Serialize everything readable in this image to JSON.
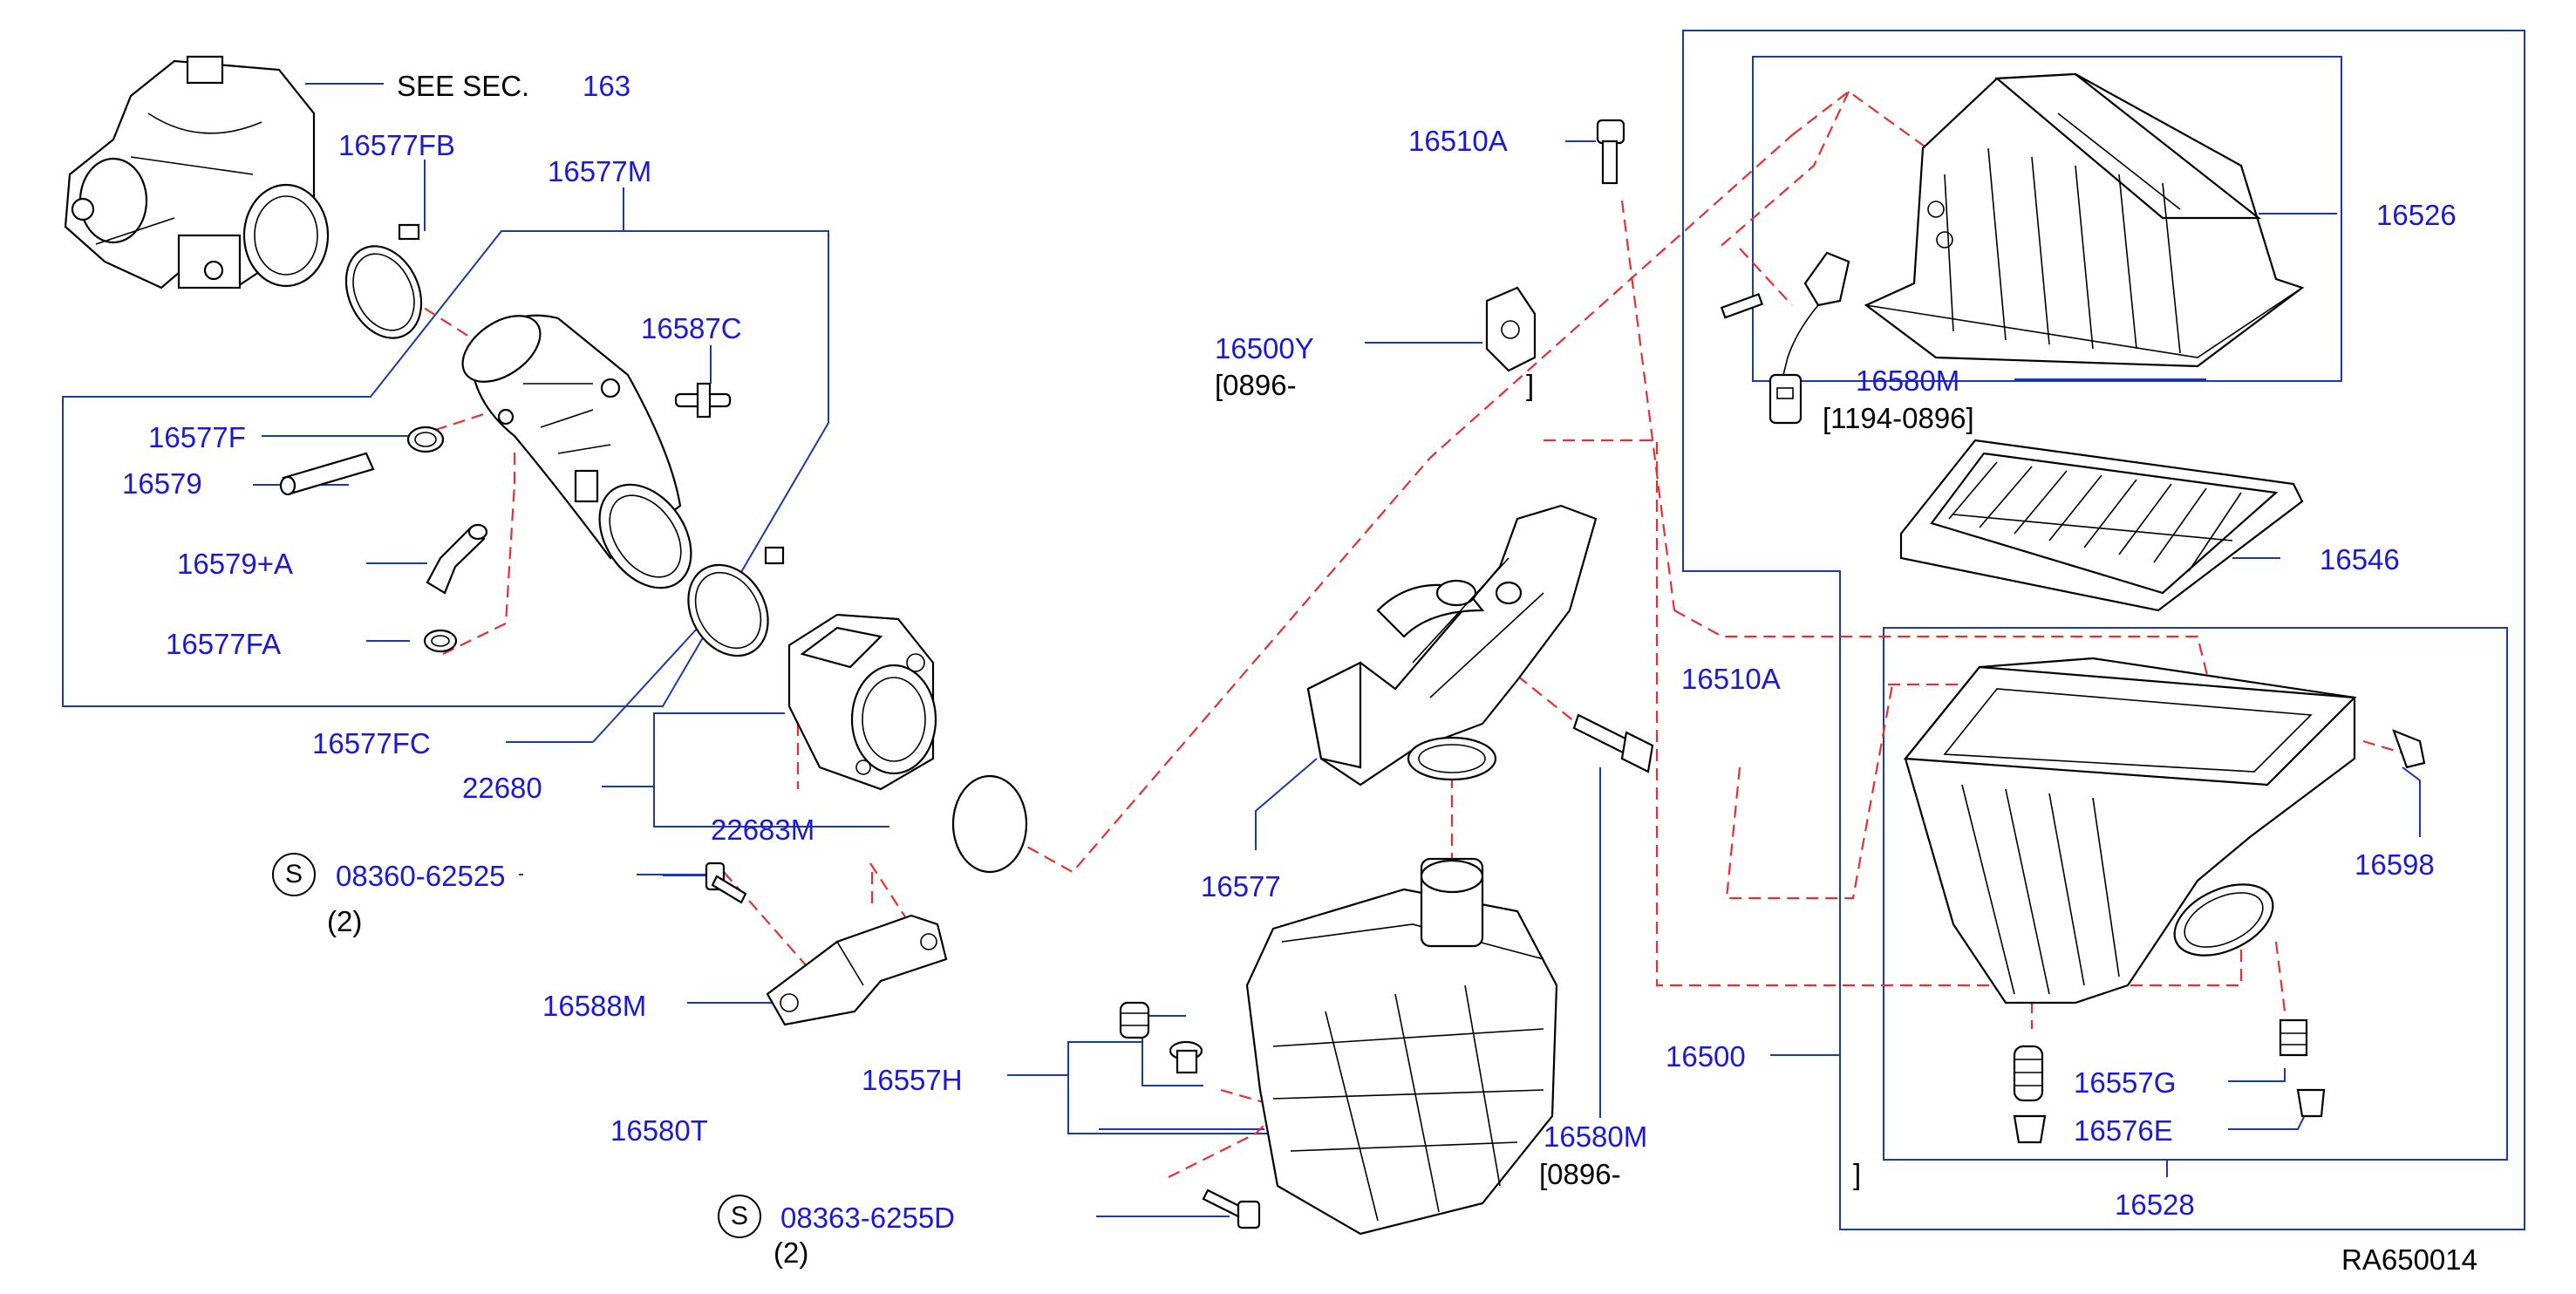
{
  "accent_color": "#1a1ad6",
  "dashed_line_color": "#e53030",
  "frame_color": "#1a3aa6",
  "labels": {
    "see_sec": "SEE   SEC.",
    "sec_num": "163",
    "p16577FB": "16577FB",
    "p16577M": "16577M",
    "p16587C": "16587C",
    "p16577F": "16577F",
    "p16579": "16579",
    "p16579A": "16579+A",
    "p16577FA": "16577FA",
    "p16577FC": "16577FC",
    "p22680": "22680",
    "p22683M": "22683M",
    "s08360": "08360-62525",
    "qty1": "(2)",
    "p16588M": "16588M",
    "p16557H": "16557H",
    "p16580T": "16580T",
    "s08363": "08363-6255D",
    "qty2": "(2)",
    "p16510A_top": "16510A",
    "p16500Y": "16500Y",
    "p16500Y_date": "[0896-",
    "p16500Y_close": "]",
    "p16577": "16577",
    "p16580M_bottom": "16580M",
    "p16580M_bottom_date": "[0896-",
    "p16526": "16526",
    "p16580M_top": "16580M",
    "p16580M_top_date": "[1194-0896]",
    "p16546": "16546",
    "p16510A_mid": "16510A",
    "p16598": "16598",
    "p16500": "16500",
    "p16557G": "16557G",
    "p16576E": "16576E",
    "p16528": "16528",
    "p16528_close": "]",
    "s_symbol": "S",
    "ref": "RA650014"
  }
}
